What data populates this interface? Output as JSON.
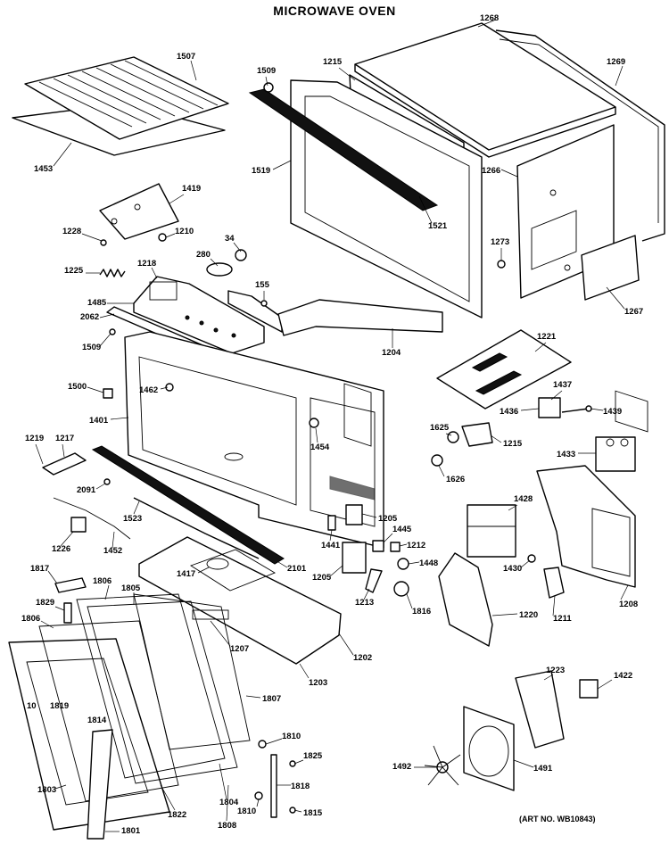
{
  "title": "MICROWAVE OVEN",
  "art_number": "(ART NO. WB10843)",
  "callouts": [
    {
      "id": "c1268",
      "text": "1268"
    },
    {
      "id": "c1507",
      "text": "1507"
    },
    {
      "id": "c1509a",
      "text": "1509"
    },
    {
      "id": "c1215a",
      "text": "1215"
    },
    {
      "id": "c1269",
      "text": "1269"
    },
    {
      "id": "c1453",
      "text": "1453"
    },
    {
      "id": "c1519",
      "text": "1519"
    },
    {
      "id": "c1266",
      "text": "1266"
    },
    {
      "id": "c1419",
      "text": "1419"
    },
    {
      "id": "c1228",
      "text": "1228"
    },
    {
      "id": "c1210",
      "text": "1210"
    },
    {
      "id": "c1521",
      "text": "1521"
    },
    {
      "id": "c280",
      "text": "280"
    },
    {
      "id": "c34",
      "text": "34"
    },
    {
      "id": "c1273",
      "text": "1273"
    },
    {
      "id": "c1225",
      "text": "1225"
    },
    {
      "id": "c1218",
      "text": "1218"
    },
    {
      "id": "c1485",
      "text": "1485"
    },
    {
      "id": "c155",
      "text": "155"
    },
    {
      "id": "c1267",
      "text": "1267"
    },
    {
      "id": "c2062",
      "text": "2062"
    },
    {
      "id": "c1509b",
      "text": "1509"
    },
    {
      "id": "c1204",
      "text": "1204"
    },
    {
      "id": "c1221",
      "text": "1221"
    },
    {
      "id": "c1500",
      "text": "1500"
    },
    {
      "id": "c1462",
      "text": "1462"
    },
    {
      "id": "c1437",
      "text": "1437"
    },
    {
      "id": "c1436",
      "text": "1436"
    },
    {
      "id": "c1439",
      "text": "1439"
    },
    {
      "id": "c1401",
      "text": "1401"
    },
    {
      "id": "c1625",
      "text": "1625"
    },
    {
      "id": "c1219",
      "text": "1219"
    },
    {
      "id": "c1217",
      "text": "1217"
    },
    {
      "id": "c1454",
      "text": "1454"
    },
    {
      "id": "c1215b",
      "text": "1215"
    },
    {
      "id": "c1433",
      "text": "1433"
    },
    {
      "id": "c1626",
      "text": "1626"
    },
    {
      "id": "c2091",
      "text": "2091"
    },
    {
      "id": "c1523",
      "text": "1523"
    },
    {
      "id": "c1205a",
      "text": "1205"
    },
    {
      "id": "c1428",
      "text": "1428"
    },
    {
      "id": "c1445",
      "text": "1445"
    },
    {
      "id": "c1226",
      "text": "1226"
    },
    {
      "id": "c1452",
      "text": "1452"
    },
    {
      "id": "c1441",
      "text": "1441"
    },
    {
      "id": "c1212",
      "text": "1212"
    },
    {
      "id": "c1817",
      "text": "1817"
    },
    {
      "id": "c2101",
      "text": "2101"
    },
    {
      "id": "c1448",
      "text": "1448"
    },
    {
      "id": "c1430",
      "text": "1430"
    },
    {
      "id": "c1417",
      "text": "1417"
    },
    {
      "id": "c1205b",
      "text": "1205"
    },
    {
      "id": "c1806a",
      "text": "1806"
    },
    {
      "id": "c1805",
      "text": "1805"
    },
    {
      "id": "c1213",
      "text": "1213"
    },
    {
      "id": "c1829",
      "text": "1829"
    },
    {
      "id": "c1816",
      "text": "1816"
    },
    {
      "id": "c1208",
      "text": "1208"
    },
    {
      "id": "c1220",
      "text": "1220"
    },
    {
      "id": "c1211",
      "text": "1211"
    },
    {
      "id": "c1806b",
      "text": "1806"
    },
    {
      "id": "c1207",
      "text": "1207"
    },
    {
      "id": "c1202",
      "text": "1202"
    },
    {
      "id": "c1203",
      "text": "1203"
    },
    {
      "id": "c1223",
      "text": "1223"
    },
    {
      "id": "c1422",
      "text": "1422"
    },
    {
      "id": "c1807",
      "text": "1807"
    },
    {
      "id": "c10",
      "text": "10"
    },
    {
      "id": "c1819",
      "text": "1819"
    },
    {
      "id": "c1814",
      "text": "1814"
    },
    {
      "id": "c1810a",
      "text": "1810"
    },
    {
      "id": "c1825",
      "text": "1825"
    },
    {
      "id": "c1492",
      "text": "1492"
    },
    {
      "id": "c1491",
      "text": "1491"
    },
    {
      "id": "c1818",
      "text": "1818"
    },
    {
      "id": "c1803",
      "text": "1803"
    },
    {
      "id": "c1822",
      "text": "1822"
    },
    {
      "id": "c1804",
      "text": "1804"
    },
    {
      "id": "c1810b",
      "text": "1810"
    },
    {
      "id": "c1815",
      "text": "1815"
    },
    {
      "id": "c1808",
      "text": "1808"
    },
    {
      "id": "c1801",
      "text": "1801"
    }
  ]
}
